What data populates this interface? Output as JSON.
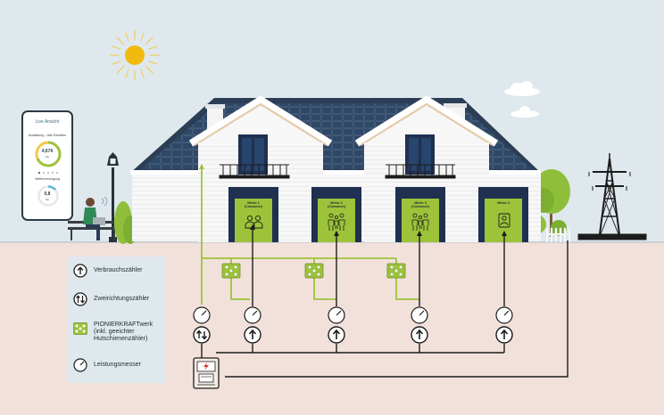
{
  "phone": {
    "title": "Live Ansicht",
    "section1_label": "Auslastung – Alle Einheiten",
    "section1_value": "4,676",
    "section1_unit": "kw",
    "section2_label": "Weiterversorgung",
    "section2_value": "0,8",
    "section2_unit": "kw"
  },
  "tenants": [
    {
      "line1": "Mieter 1",
      "line2": "(Consumer)"
    },
    {
      "line1": "Mieter 2",
      "line2": "(Consumer)"
    },
    {
      "line1": "Mieter 3",
      "line2": "(Consumer)"
    },
    {
      "line1": "Mieter 4",
      "line2": ""
    }
  ],
  "legend": {
    "consumption_meter": "Verbrauchszähler",
    "bidirectional_meter": "Zweirichtungszähler",
    "pionierkraftwerk_line1": "PIONIERKRAFTwerk",
    "pionierkraftwerk_line2": "(inkl. geeichter",
    "pionierkraftwerk_line3": "Hutschienenzähler)",
    "power_meter": "Leistungsmesser"
  },
  "colors": {
    "sky": "#dfe8ed",
    "ground": "#f2e1da",
    "accent_green": "#9cc33a",
    "wire": "#1c1c1c",
    "roof": "#2c3e55",
    "door": "#1f3050",
    "sun": "#f2b90f"
  }
}
